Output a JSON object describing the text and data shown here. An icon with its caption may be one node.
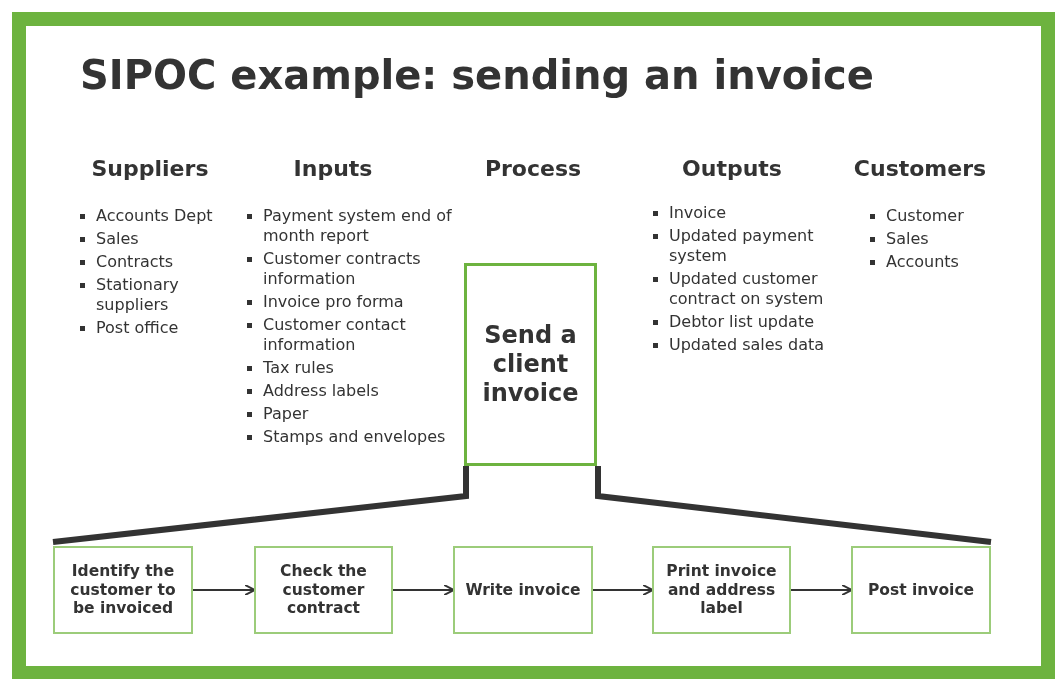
{
  "diagram": {
    "title": "SIPOC example: sending an invoice",
    "nodes": [
      {
        "text": [
          "Send a client invoice"
        ]
      },
      {
        "text": [
          "Identify the customer to be invoiced"
        ]
      },
      {
        "text": [
          "Check the customer contract"
        ]
      },
      {
        "text": [
          "Write invoice"
        ]
      },
      {
        "text": [
          "Print invoice and address label"
        ]
      },
      {
        "text": [
          "Post invoice"
        ]
      }
    ],
    "edges": [
      {
        "from": 1,
        "to": 2,
        "arrow": "to"
      },
      {
        "from": 2,
        "to": 3,
        "arrow": "to"
      },
      {
        "from": 3,
        "to": 4,
        "arrow": "to"
      },
      {
        "from": 4,
        "to": 5,
        "arrow": "to"
      },
      {
        "from": 0,
        "to": 1,
        "arrow": "none",
        "style": "thick"
      },
      {
        "from": 0,
        "to": 5,
        "arrow": "none",
        "style": "thick"
      }
    ],
    "labels": [
      "Suppliers",
      "Inputs",
      "Process",
      "Outputs",
      "Customers",
      "Accounts Dept",
      "Sales",
      "Contracts",
      "Stationary suppliers",
      "Post office",
      "Payment system end of month report",
      "Customer contracts information",
      "Invoice pro forma",
      "Customer contact information",
      "Tax rules",
      "Address labels",
      "Paper",
      "Stamps and envelopes",
      "Invoice",
      "Updated payment system",
      "Updated customer contract on system",
      "Debtor list update",
      "Updated sales data",
      "Customer",
      "Sales",
      "Accounts"
    ]
  }
}
